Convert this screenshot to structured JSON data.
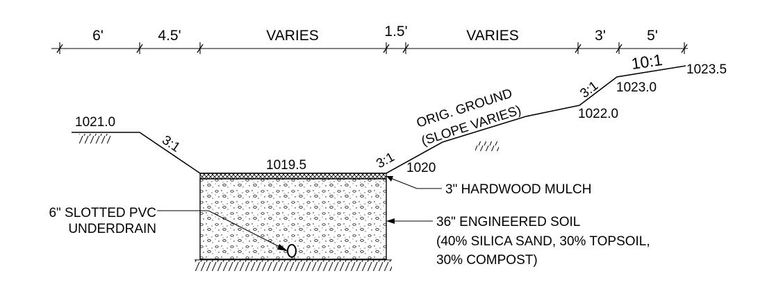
{
  "dimensions": [
    "6'",
    "4.5'",
    "VARIES",
    "1.5'",
    "VARIES",
    "3'",
    "5'"
  ],
  "elevations": {
    "top_left": "1021.0",
    "basin_bottom": "1019.5",
    "toe_right": "1020",
    "break_1": "1022.0",
    "break_2": "1023.0",
    "top_right": "1023.5"
  },
  "slopes": {
    "left": "3:1",
    "right_lower": "3:1",
    "right_mid": "3:1",
    "right_top": "10:1"
  },
  "ground_label": [
    "ORIG. GROUND",
    "(SLOPE VARIES)"
  ],
  "callouts": {
    "mulch": "3\" HARDWOOD MULCH",
    "soil": [
      "36\" ENGINEERED SOIL",
      "(40% SILICA SAND, 30% TOPSOIL,",
      "30% COMPOST)"
    ],
    "underdrain": [
      "6\" SLOTTED PVC",
      "UNDERDRAIN"
    ]
  },
  "colors": {
    "ink": "#000000",
    "background": "#ffffff"
  }
}
